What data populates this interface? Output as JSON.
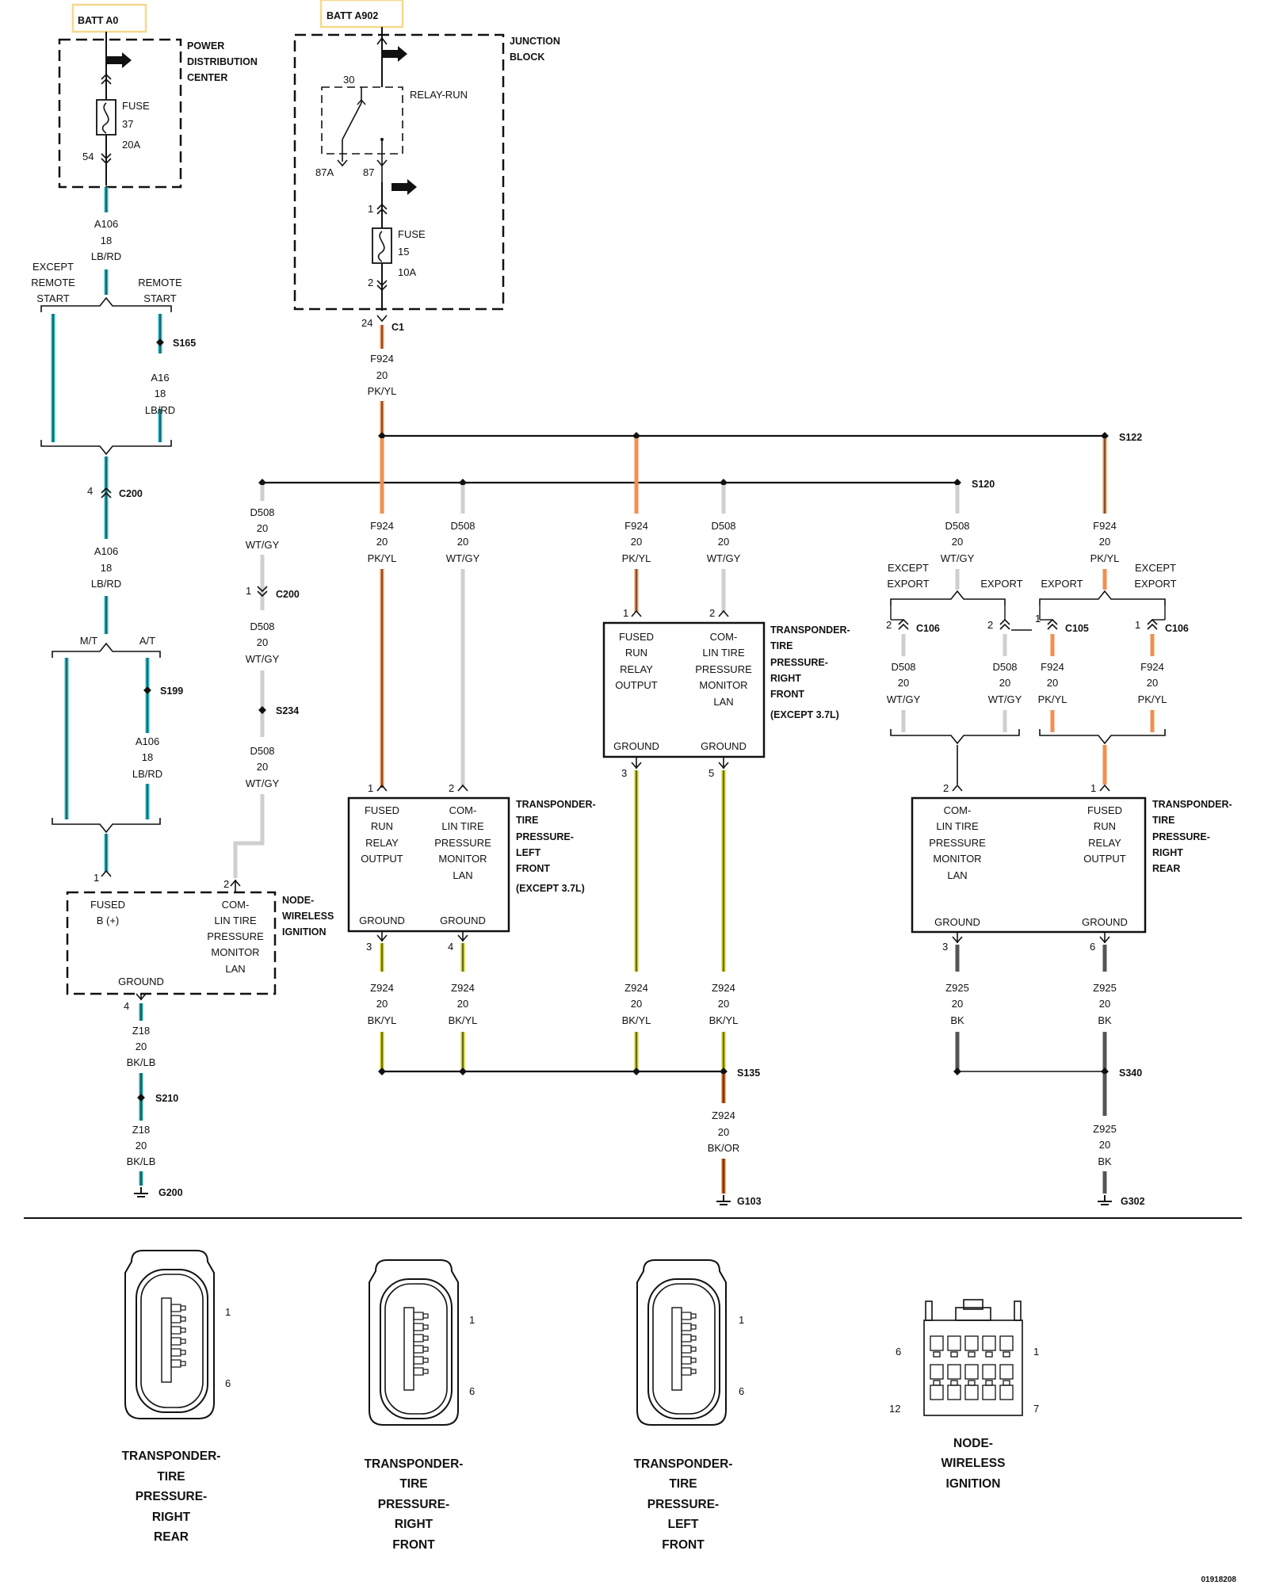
{
  "colors": {
    "lb_rd": "#2bb7c4",
    "pk_yl": "#f08f52",
    "wt_gy": "#cfcfcf",
    "bk_yl": "#c9cc14",
    "bk_lb": "#2aa7a5",
    "bk": "#555555",
    "bk_or": "#c7661f",
    "label_box": "#f5d98b"
  },
  "icons": {
    "connector_arrow": "arrow-right-icon",
    "ground": "ground-symbol-icon",
    "splice": "splice-dot-icon",
    "fuse": "fuse-icon",
    "relay": "relay-icon"
  },
  "batt_labels": [
    "BATT A0",
    "BATT A902"
  ],
  "modules": {
    "pdc": {
      "name": [
        "POWER",
        "DISTRIBUTION",
        "CENTER"
      ],
      "fuse": [
        "FUSE",
        "37",
        "20A"
      ],
      "pin": "54"
    },
    "jb": {
      "name": [
        "JUNCTION",
        "BLOCK"
      ],
      "relay": "RELAY-RUN",
      "pins": [
        "30",
        "87A",
        "87",
        "1",
        "2",
        "24"
      ],
      "fuse": [
        "FUSE",
        "15",
        "10A"
      ],
      "conn": "C1"
    },
    "nwi": {
      "name": [
        "NODE-",
        "WIRELESS",
        "IGNITION"
      ],
      "pin_labels": [
        [
          "FUSED",
          "B (+)"
        ],
        [
          "COM-",
          "LIN TIRE",
          "PRESSURE",
          "MONITOR",
          "LAN"
        ]
      ],
      "ground": "GROUND",
      "pins": [
        "1",
        "2",
        "4"
      ]
    },
    "tplf": {
      "name": [
        "TRANSPONDER-",
        "TIRE",
        "PRESSURE-",
        "LEFT",
        "FRONT",
        "(EXCEPT 3.7L)"
      ],
      "pin_labels": [
        [
          "FUSED",
          "RUN",
          "RELAY",
          "OUTPUT"
        ],
        [
          "COM-",
          "LIN TIRE",
          "PRESSURE",
          "MONITOR",
          "LAN"
        ]
      ],
      "grounds": [
        "GROUND",
        "GROUND"
      ],
      "pins": [
        "1",
        "2",
        "3",
        "4"
      ]
    },
    "tprf": {
      "name": [
        "TRANSPONDER-",
        "TIRE",
        "PRESSURE-",
        "RIGHT",
        "FRONT",
        "(EXCEPT 3.7L)"
      ],
      "pin_labels": [
        [
          "FUSED",
          "RUN",
          "RELAY",
          "OUTPUT"
        ],
        [
          "COM-",
          "LIN TIRE",
          "PRESSURE",
          "MONITOR",
          "LAN"
        ]
      ],
      "grounds": [
        "GROUND",
        "GROUND"
      ],
      "pins": [
        "1",
        "2",
        "3",
        "5"
      ]
    },
    "tprr": {
      "name": [
        "TRANSPONDER-",
        "TIRE",
        "PRESSURE-",
        "RIGHT",
        "REAR"
      ],
      "pin_labels": [
        [
          "COM-",
          "LIN TIRE",
          "PRESSURE",
          "MONITOR",
          "LAN"
        ],
        [
          "FUSED",
          "RUN",
          "RELAY",
          "OUTPUT"
        ]
      ],
      "grounds": [
        "GROUND",
        "GROUND"
      ],
      "pins": [
        "2",
        "1",
        "3",
        "6"
      ]
    }
  },
  "wires": {
    "a106": [
      "A106",
      "18",
      "LB/RD"
    ],
    "a16": [
      "A16",
      "18",
      "LB/RD"
    ],
    "f924": [
      "F924",
      "20",
      "PK/YL"
    ],
    "d508": [
      "D508",
      "20",
      "WT/GY"
    ],
    "z924": [
      "Z924",
      "20",
      "BK/YL"
    ],
    "z924or": [
      "Z924",
      "20",
      "BK/OR"
    ],
    "z925": [
      "Z925",
      "20",
      "BK"
    ],
    "z18": [
      "Z18",
      "20",
      "BK/LB"
    ]
  },
  "options": {
    "except_remote": [
      "EXCEPT",
      "REMOTE",
      "START"
    ],
    "remote": [
      "REMOTE",
      "START"
    ],
    "mt": "M/T",
    "at": "A/T",
    "except_export": [
      "EXCEPT",
      "EXPORT"
    ],
    "export": "EXPORT"
  },
  "splices": [
    "S165",
    "S199",
    "S210",
    "S122",
    "S120",
    "S234",
    "S135",
    "S340"
  ],
  "connectors": {
    "c200": "C200",
    "c106": "C106",
    "c105": "C105",
    "c200_pin4": "4",
    "c200_pin1": "1",
    "c106_pin2": "2",
    "c105_pin1": "1",
    "c106_pin1": "1"
  },
  "grounds": [
    "G200",
    "G103",
    "G302"
  ],
  "views": [
    {
      "title": [
        "TRANSPONDER-",
        "TIRE",
        "PRESSURE-",
        "RIGHT",
        "REAR"
      ],
      "pins": [
        "1",
        "6"
      ]
    },
    {
      "title": [
        "TRANSPONDER-",
        "TIRE",
        "PRESSURE-",
        "RIGHT",
        "FRONT"
      ],
      "pins": [
        "1",
        "6"
      ]
    },
    {
      "title": [
        "TRANSPONDER-",
        "TIRE",
        "PRESSURE-",
        "LEFT",
        "FRONT"
      ],
      "pins": [
        "1",
        "6"
      ]
    },
    {
      "title": [
        "NODE-",
        "WIRELESS",
        "IGNITION"
      ],
      "pins": [
        "6",
        "1",
        "12",
        "7"
      ]
    }
  ],
  "doc_number": "01918208"
}
